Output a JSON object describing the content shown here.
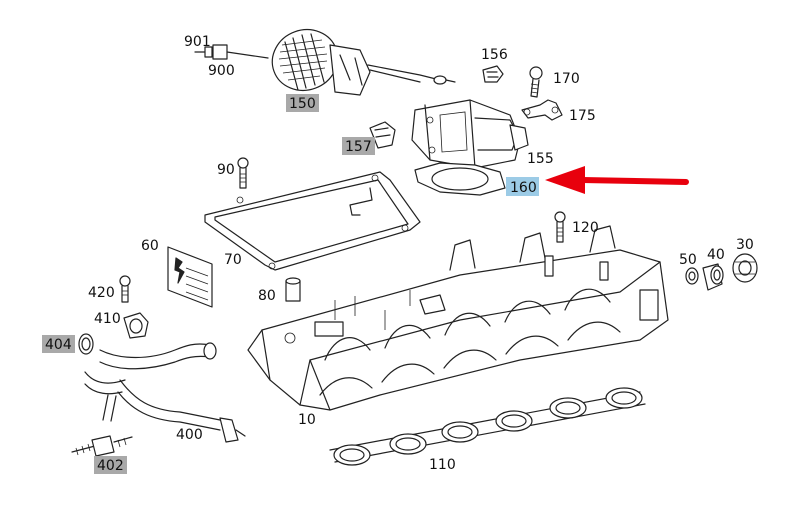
{
  "colors": {
    "highlight_gray": "#a9a9a9",
    "highlight_blue": "#9ccbe6",
    "arrow_red": "#e8000d",
    "line": "#222222"
  },
  "labels": {
    "l901": "901",
    "l900": "900",
    "l150": "150",
    "l156": "156",
    "l170": "170",
    "l175": "175",
    "l157": "157",
    "l155": "155",
    "l160": "160",
    "l90": "90",
    "l120": "120",
    "l60": "60",
    "l70": "70",
    "l50": "50",
    "l40": "40",
    "l30": "30",
    "l420": "420",
    "l80": "80",
    "l410": "410",
    "l404": "404",
    "l10": "10",
    "l400": "400",
    "l402": "402",
    "l110": "110"
  }
}
